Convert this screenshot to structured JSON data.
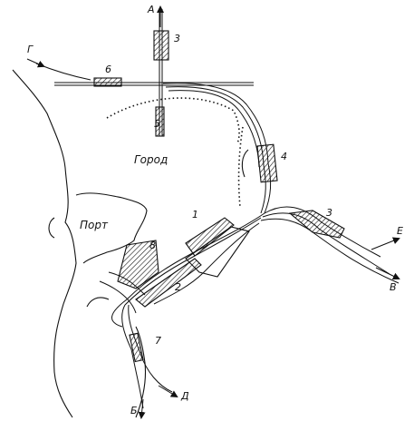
{
  "labels": {
    "city": "Город",
    "port": "Порт"
  },
  "directions": [
    "А",
    "Г",
    "Е",
    "В",
    "Б",
    "Д"
  ],
  "numbers": [
    "3",
    "6",
    "5",
    "4",
    "3",
    "1",
    "8",
    "2",
    "7"
  ]
}
